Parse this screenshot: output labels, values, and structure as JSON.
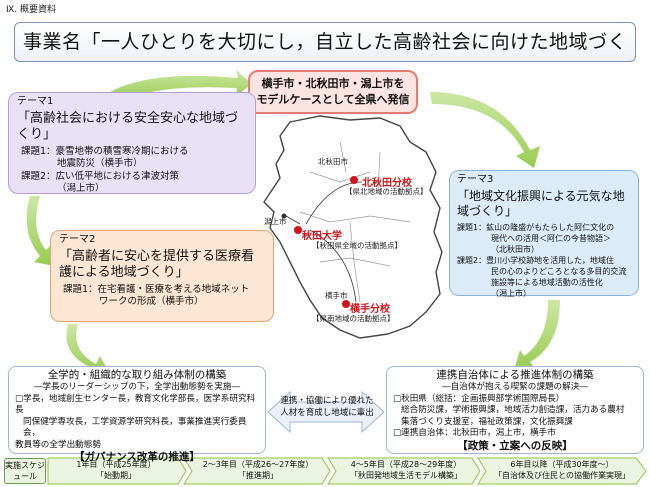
{
  "section_label": "Ⅸ. 概要資料",
  "title": "事業名「一人ひとりを大切にし，自立した高齢社会に向けた地域づくり」",
  "center_box": {
    "line1": "横手市・北秋田市・潟上市を",
    "line2": "モデルケースとして全県へ発信"
  },
  "theme1": {
    "label": "テーマ1",
    "heading": "「高齢社会における安全安心な地域づくり」",
    "item1": "課題1：豪雪地帯の積雪寒冷期における",
    "item1b": "地震防災（横手市）",
    "item2": "課題2：広い低平地における津波対策",
    "item2b": "（潟上市）"
  },
  "theme2": {
    "label": "テーマ2",
    "heading": "「高齢者に安心を提供する医療看護による地域づくり」",
    "item1": "課題1：在宅看護・医療を考える地域ネット",
    "item1b": "ワークの形成（横手市）"
  },
  "theme3": {
    "label": "テーマ3",
    "heading": "「地域文化振興による元気な地域づくり」",
    "item1": "課題1：鉱山の隆盛がもたらした阿仁文化の",
    "item1b": "現代への活用＜阿仁の今昔物語＞",
    "item1c": "（北秋田市）",
    "item2": "課題2：豊川小学校跡地を活用した，地域住",
    "item2b": "民の心のよりどころとなる多目的交流",
    "item2c": "施設等による地域活動の活性化",
    "item2d": "（潟上市）"
  },
  "map": {
    "kitaakita_city": "北秋田市",
    "kitaakita_branch": "北秋田分校",
    "kitaakita_note": "【県北地域の活動拠点】",
    "katagami_city": "潟上市",
    "akita_univ": "秋田大学",
    "akita_note": "【秋田県全域の活動拠点】",
    "yokote_city": "横手市",
    "yokote_branch": "横手分校",
    "yokote_note": "【県南地域の活動拠点】"
  },
  "bottom_left": {
    "heading": "全学的・組織的な取り組み体制の構築",
    "sub": "―学長のリーダーシップの下，全学出動態勢を実施―",
    "line1": "□学長，地域創生センター長，教育文化学部長，医学系研究科長",
    "line2": "同保健学専攻長，工学資源学研究科長，事業推進実行委員会，",
    "line3": "教員等の全学出動態勢",
    "footer": "【ガバナンス改革の推進】"
  },
  "bottom_right": {
    "heading": "連携自治体による推進体制の構築",
    "sub": "―自治体が抱える喫緊の課題の解決―",
    "line1": "□秋田県（総括：企画振興部学術国際局長）",
    "line2": "総合防災課，学術振興課，地域活力創造課，活力ある農村",
    "line3": "集落づくり支援室，福祉政策課，文化振興課",
    "line4": "□連携自治体：北秋田市，潟上市，横手市",
    "footer": "【政策・立案への反映】"
  },
  "middle_arrow": {
    "line1": "連携・協働により優れた",
    "line2": "人材を育成し地域に輩出"
  },
  "schedule": {
    "header": "実施スケジュール",
    "phases": [
      {
        "period": "1年目（平成25年度）",
        "name": "「始動期」"
      },
      {
        "period": "2～3年目（平成26～27年度）",
        "name": "「推進期」"
      },
      {
        "period": "4～5年目（平成28～29年度）",
        "name": "「秋田発地域生活モデル構築」"
      },
      {
        "period": "6年目以降（平成30年度～）",
        "name": "「自治体及び住民との協働作業実現」"
      }
    ]
  },
  "colors": {
    "theme1_bg": "#e8e0f5",
    "theme2_bg": "#fde6d3",
    "theme3_bg": "#dcebf8",
    "center_bg": "#fbe4e2",
    "marker_red": "#d0131b",
    "cycle_arrow": "#8dc63f"
  }
}
